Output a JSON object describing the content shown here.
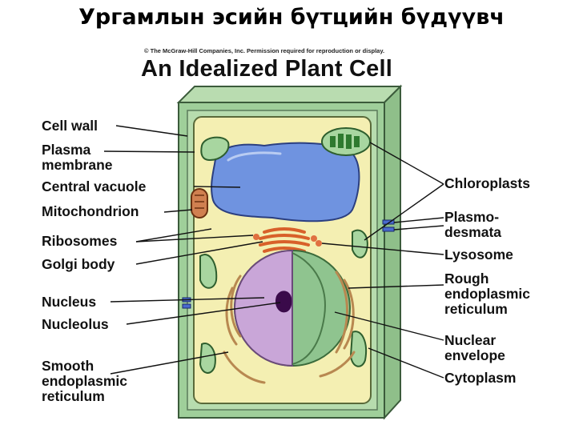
{
  "slide_title": "Ургамлын эсийн бүтцийн бүдүүвч",
  "copyright": "© The McGraw-Hill Companies, Inc. Permission required for reproduction or display.",
  "diagram_title": "An Idealized Plant Cell",
  "labels_left": {
    "cell_wall": "Cell wall",
    "plasma_membrane": "Plasma\nmembrane",
    "central_vacuole": "Central vacuole",
    "mitochondrion": "Mitochondrion",
    "ribosomes": "Ribosomes",
    "golgi_body": "Golgi body",
    "nucleus": "Nucleus",
    "nucleolus": "Nucleolus",
    "smooth_er": "Smooth\nendoplasmic\nreticulum"
  },
  "labels_right": {
    "chloroplasts": "Chloroplasts",
    "plasmodesmata": "Plasmo-\ndesmata",
    "lysosome": "Lysosome",
    "rough_er": "Rough\nendoplasmic\nreticulum",
    "nuclear_envelope": "Nuclear\nenvelope",
    "cytoplasm": "Cytoplasm"
  },
  "colors": {
    "cell_wall": "#9fcf9a",
    "cytoplasm": "#f4efb2",
    "vacuole": "#6f93e0",
    "nucleus": "#c9a6d8",
    "nucleolus": "#3a0a4a",
    "nuclear_envelope": "#8fc48f",
    "mitochondrion": "#c06a3a",
    "golgi": "#e0703a",
    "er": "#b88850",
    "chloroplast": "#3a8a3a"
  }
}
